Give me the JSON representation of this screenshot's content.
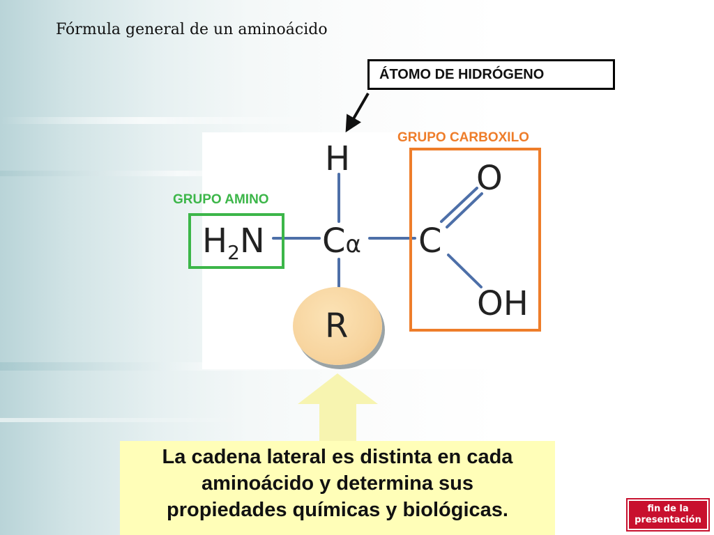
{
  "slide": {
    "title": "Fórmula general de un aminoácido",
    "callout_hydrogen": "ÁTOMO DE HIDRÓGENO",
    "label_amino": "GRUPO AMINO",
    "label_carboxilo": "GRUPO CARBOXILO",
    "caption_lines": [
      "La cadena lateral es distinta en cada",
      "aminoácido y determina sus",
      "propiedades químicas y biológicas."
    ]
  },
  "molecule": {
    "hydrogen": "H",
    "amino_main": "H",
    "amino_sub": "2",
    "amino_tail": "N",
    "alpha_carbon": "C",
    "alpha_symbol": "α",
    "carboxyl_carbon": "C",
    "oxygen": "O",
    "hydroxyl": "OH",
    "side_chain": "R"
  },
  "end_button": {
    "line1": "fin de la",
    "line2": "presentación"
  },
  "colors": {
    "amino": "#3cb649",
    "carboxilo": "#ee7d2a",
    "bond": "#4d6fa8",
    "caption_bg": "#fffeb8",
    "end_button": "#c8102e"
  }
}
